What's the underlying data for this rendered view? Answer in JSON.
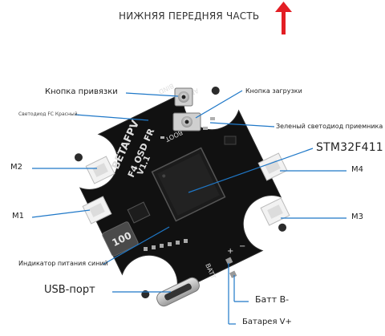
{
  "header": {
    "title": "НИЖНЯЯ ПЕРЕДНЯЯ ЧАСТЬ",
    "arrow_color": "#e31e24"
  },
  "labels": {
    "bind_button": "Кнопка привязки",
    "fc_red_led": "Светодиод FC Красный.",
    "boot_button": "Кнопка загрузки",
    "rx_green_led": "Зеленый светодиод приемника",
    "mcu": "STM32F411",
    "m1": "M1",
    "m2": "M2",
    "m3": "M3",
    "m4": "M4",
    "power_led": "Индикатор питания синий",
    "usb_port": "USB-порт",
    "batt_minus": "Батт В-",
    "batt_plus": "Батарея V+"
  },
  "board": {
    "brand": "BETAFPV",
    "model": "F4 OSD FR",
    "version": "V1.1",
    "bind_silk": "BIND",
    "ant_silk": "ANT",
    "boot_silk": "BOOT",
    "batt_silk": "BATT",
    "inductor_code": "100",
    "plus_silk": "+",
    "minus_silk": "−"
  },
  "colors": {
    "leader_line": "#1f78c8",
    "board": "#111111",
    "connector": "#f2f2f2",
    "button_metal": "#c8c8c8"
  }
}
